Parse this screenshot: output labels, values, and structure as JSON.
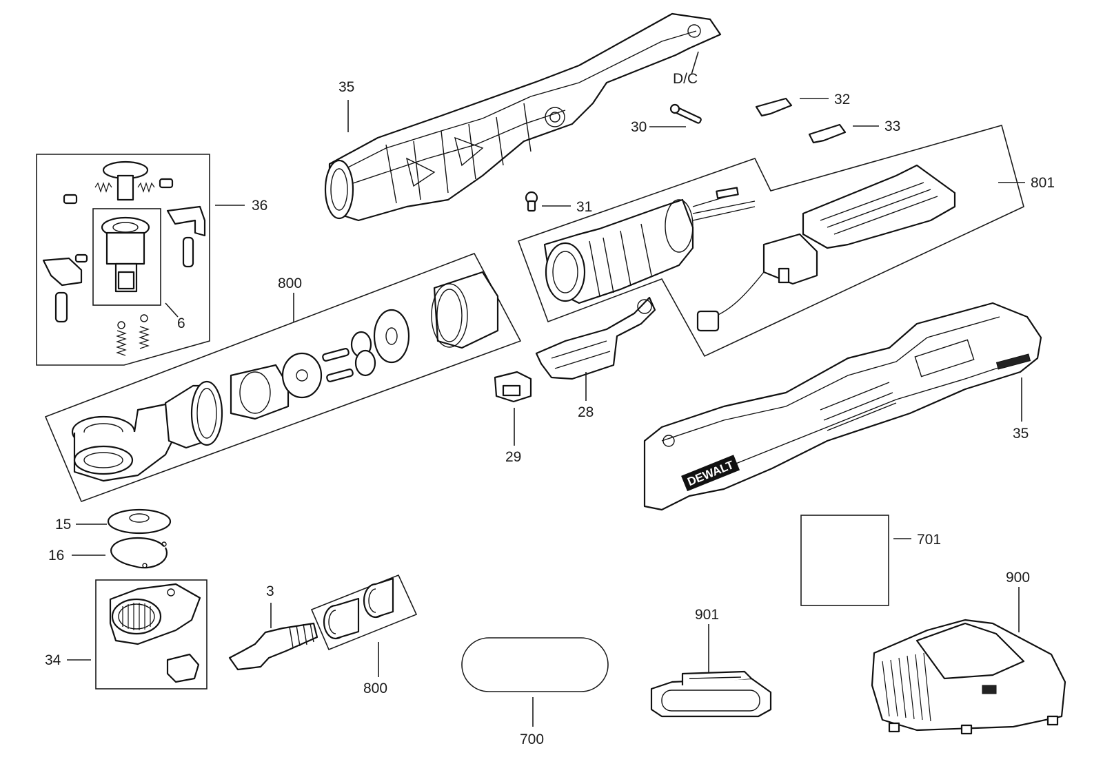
{
  "title": "",
  "colors": {
    "line": "#1a1a1a",
    "background": "#ffffff"
  },
  "callouts": {
    "housing_top": "35",
    "dc": "D/C",
    "c30": "30",
    "c32": "32",
    "c33": "33",
    "c36": "36",
    "c31": "31",
    "c801": "801",
    "c800_main": "800",
    "c6": "6",
    "c28": "28",
    "c29": "29",
    "housing_right": "35",
    "c15": "15",
    "c16": "16",
    "c701": "701",
    "c3": "3",
    "c34": "34",
    "c800_bottom": "800",
    "c900": "900",
    "c901": "901",
    "c700": "700"
  },
  "logo_text": "DEWALT"
}
